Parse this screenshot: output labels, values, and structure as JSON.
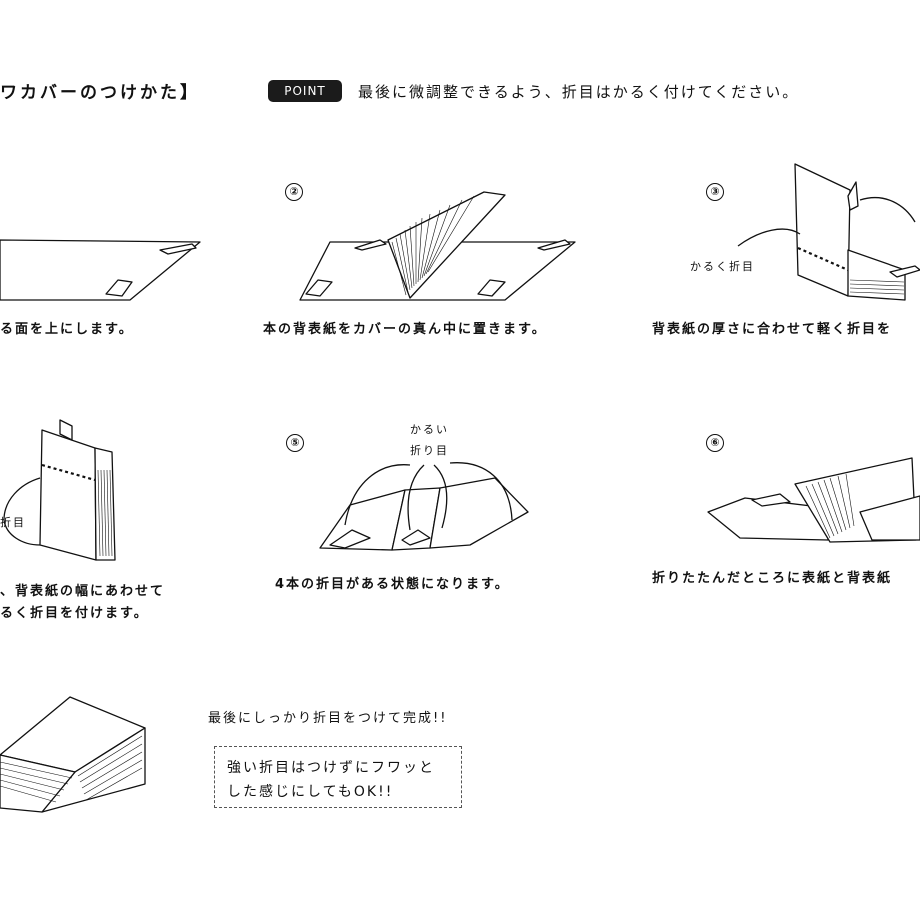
{
  "header": {
    "title": "ワカバーのつけかた】",
    "point_label": "POINT",
    "point_text": "最後に微調整できるよう、折目はかるく付けてください。"
  },
  "steps": {
    "s1": {
      "caption": "る面を上にします。"
    },
    "s2": {
      "number": "②",
      "caption": "本の背表紙をカバーの真ん中に置きます。"
    },
    "s3": {
      "number": "③",
      "caption": "背表紙の厚さに合わせて軽く折目を",
      "annotation": "かるく折目"
    },
    "s4": {
      "caption_line1": "、背表紙の幅にあわせて",
      "caption_line2": "るく折目を付けます。",
      "annotation": "折目"
    },
    "s5": {
      "number": "⑤",
      "caption": "4本の折目がある状態になります。",
      "annotation_line1": "かるい",
      "annotation_line2": "折り目"
    },
    "s6": {
      "number": "⑥",
      "caption": "折りたたんだところに表紙と背表紙"
    },
    "s7": {
      "caption": "最後にしっかり折目をつけて完成!!"
    }
  },
  "note": {
    "line1": "強い折目はつけずにフワッと",
    "line2": "した感じにしてもOK!!"
  }
}
